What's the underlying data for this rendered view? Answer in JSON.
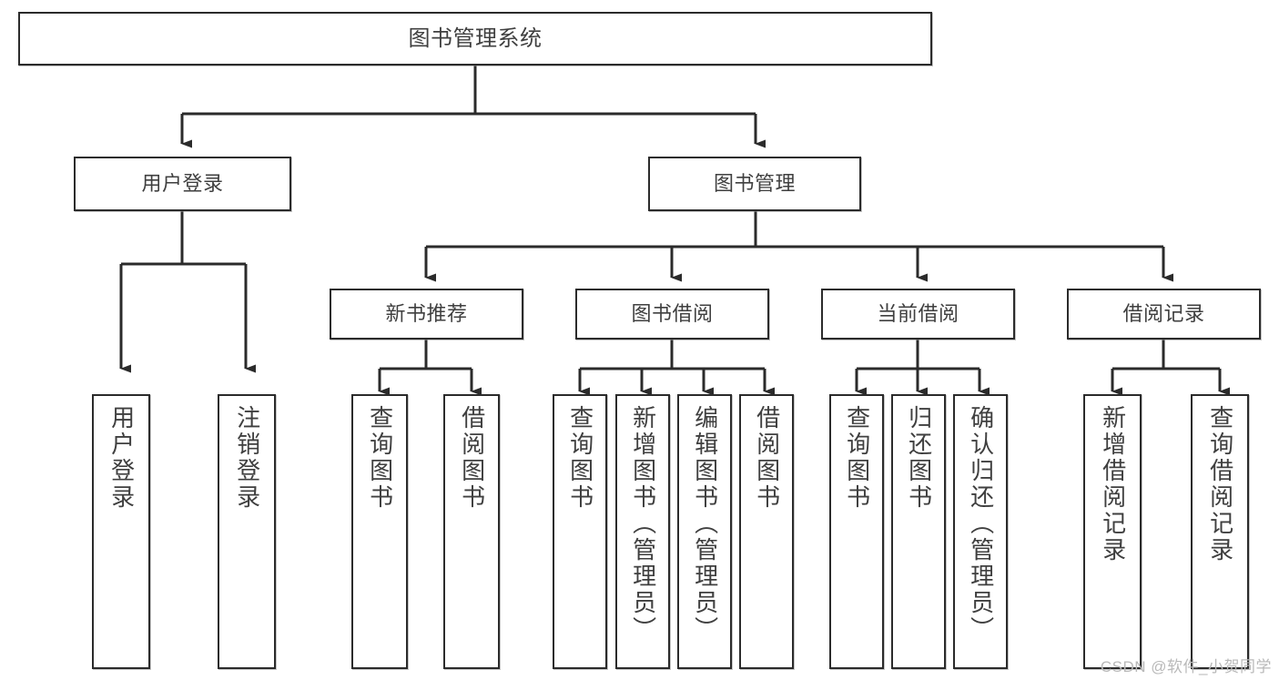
{
  "diagram": {
    "type": "tree-hierarchy",
    "title": "图书管理系统",
    "watermark": "CSDN @软件_小贺同学",
    "colors": {
      "box_border": "#2b2b2b",
      "box_fill": "#ffffff",
      "connector": "#2b2b2b",
      "text": "#3f3f3f",
      "watermark": "#b9b9b9",
      "background": "#ffffff"
    },
    "root": {
      "label": "图书管理系统"
    },
    "branches": [
      {
        "id": "user-login",
        "label": "用户登录",
        "children": [
          {
            "id": "user-login-do",
            "label": "用户登录"
          },
          {
            "id": "user-logout",
            "label": "注销登录"
          }
        ]
      },
      {
        "id": "book-management",
        "label": "图书管理",
        "children": [
          {
            "id": "new-book-recommend",
            "label": "新书推荐",
            "children": [
              {
                "id": "nbr-query-book",
                "label": "查询图书"
              },
              {
                "id": "nbr-borrow-book",
                "label": "借阅图书"
              }
            ]
          },
          {
            "id": "book-borrow",
            "label": "图书借阅",
            "children": [
              {
                "id": "bb-query-book",
                "label": "查询图书"
              },
              {
                "id": "bb-add-book",
                "label": "新增图书（管理员）"
              },
              {
                "id": "bb-edit-book",
                "label": "编辑图书（管理员）"
              },
              {
                "id": "bb-borrow-book",
                "label": "借阅图书"
              }
            ]
          },
          {
            "id": "current-borrow",
            "label": "当前借阅",
            "children": [
              {
                "id": "cb-query-book",
                "label": "查询图书"
              },
              {
                "id": "cb-return-book",
                "label": "归还图书"
              },
              {
                "id": "cb-confirm-return",
                "label": "确认归还（管理员）"
              }
            ]
          },
          {
            "id": "borrow-record",
            "label": "借阅记录",
            "children": [
              {
                "id": "br-add-record",
                "label": "新增借阅记录"
              },
              {
                "id": "br-query-record",
                "label": "查询借阅记录"
              }
            ]
          }
        ]
      }
    ]
  }
}
